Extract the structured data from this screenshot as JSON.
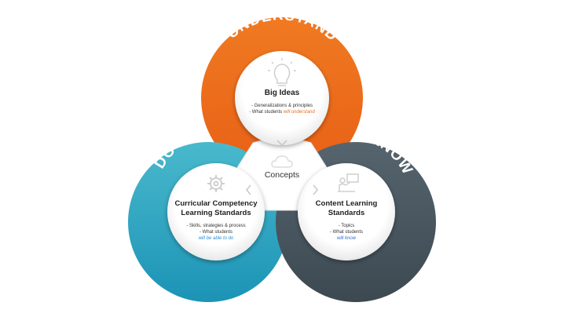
{
  "rings": {
    "understand": {
      "label": "UNDERSTAND",
      "color": "#ec6e1e"
    },
    "do": {
      "label": "DO",
      "color": "#2fa6c0"
    },
    "know": {
      "label": "KNOW",
      "color": "#4b5963"
    }
  },
  "center": {
    "label": "Concepts"
  },
  "big_ideas": {
    "title": "Big Ideas",
    "bullet1": "- Generalizations & principles",
    "bullet2_prefix": "- What students ",
    "bullet2_highlight": "will understand",
    "highlight_color": "#ec6e1e"
  },
  "curricular": {
    "title_line1": "Curricular Competency",
    "title_line2": "Learning Standards",
    "bullet1": "- Skills, strategies & process",
    "bullet2": "- What students",
    "bullet3_highlight": "will be able to do",
    "highlight_color": "#2f8fd8"
  },
  "content": {
    "title_line1": "Content Learning",
    "title_line2": "Standards",
    "bullet1": "- Topics",
    "bullet2": "- What students",
    "bullet3_highlight": "will know",
    "highlight_color": "#2f6fd8"
  },
  "icons": [
    "lightbulb-icon",
    "gear-icon",
    "presenter-icon",
    "cloud-icon"
  ]
}
